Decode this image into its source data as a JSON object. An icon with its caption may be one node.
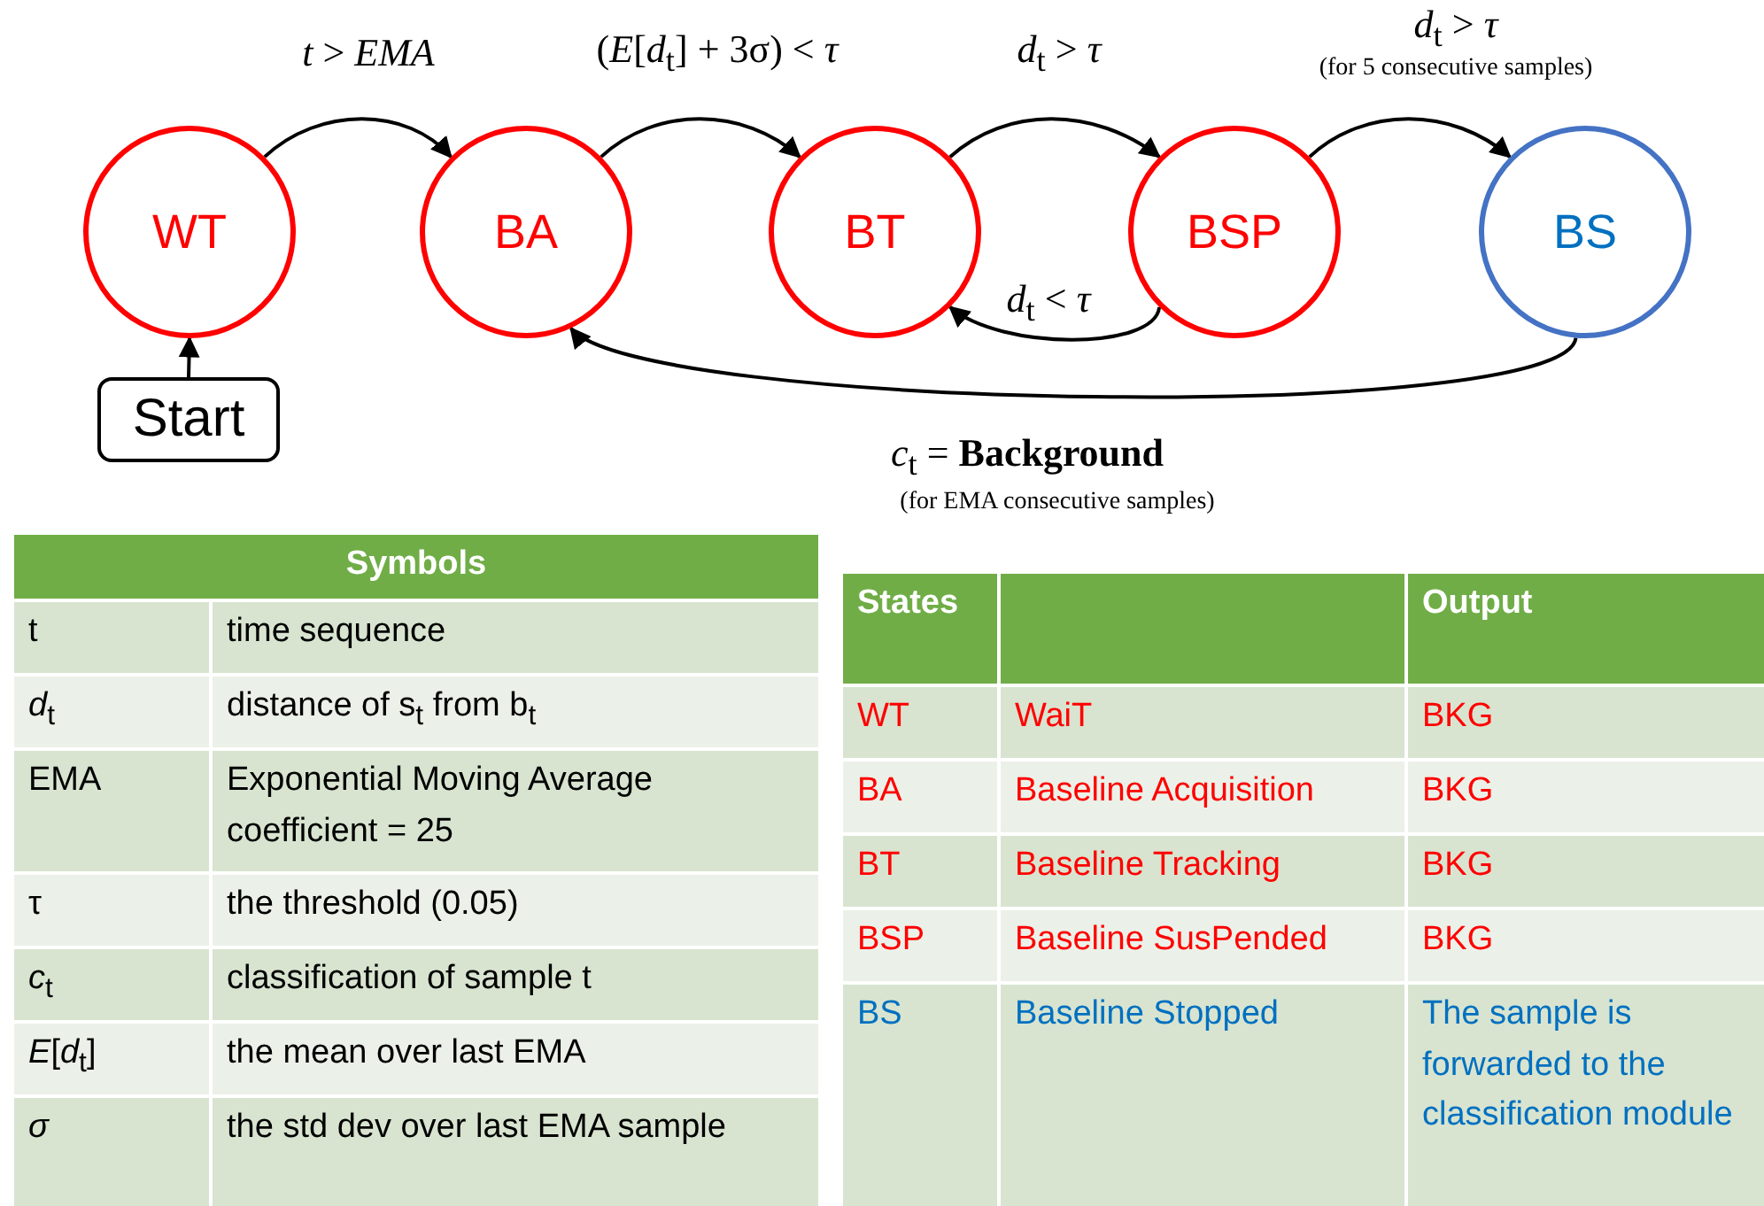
{
  "diagram": {
    "nodes": [
      {
        "text": [
          "WT"
        ]
      },
      {
        "text": [
          "BA"
        ]
      },
      {
        "text": [
          "BT"
        ]
      },
      {
        "text": [
          "BSP"
        ]
      },
      {
        "text": [
          "BS"
        ]
      },
      {
        "text": [
          "Start"
        ]
      }
    ],
    "edges": [
      {
        "from": 5,
        "to": 0,
        "arrow": "to"
      },
      {
        "from": 0,
        "to": 1,
        "arrow": "to",
        "label": "*t* > *EMA*"
      },
      {
        "from": 1,
        "to": 2,
        "arrow": "to",
        "label": "(*E*[*d*$_{t}$] + 3σ) < *τ*"
      },
      {
        "from": 2,
        "to": 3,
        "arrow": "to",
        "label": "*d*$_{t}$ > *τ*"
      },
      {
        "from": 3,
        "to": 4,
        "arrow": "to",
        "label": "*d*$_{t}$ > *τ*"
      },
      {
        "from": 3,
        "to": 2,
        "arrow": "to",
        "label": "*d*$_{t}$ < *τ*"
      },
      {
        "from": 4,
        "to": 1,
        "arrow": "to",
        "label": "*c*$_{t}$ = **Background**"
      }
    ],
    "labels": [
      "(for 5 consecutive samples)",
      "(for EMA consecutive samples)",
      "Symbols",
      "t",
      "time sequence",
      "*d*$_{t}$",
      "distance of s$_{t}$ from b$_{t}$",
      "EMA",
      "Exponential Moving Average coefficient = 25",
      "τ",
      "the threshold (0.05)",
      "*c*$_{t}$",
      "classification of sample t",
      "*E*[*d*$_{t}$]",
      "the mean over last EMA",
      "*σ*",
      "the std dev over last EMA sample",
      "States",
      "Output",
      "WT",
      "WaiT",
      "BKG",
      "BA",
      "Baseline Acquisition",
      "BKG",
      "BT",
      "Baseline Tracking",
      "BKG",
      "BSP",
      "Baseline SusPended",
      "BKG",
      "BS",
      "Baseline Stopped",
      "The sample is forwarded to the classification module"
    ]
  }
}
